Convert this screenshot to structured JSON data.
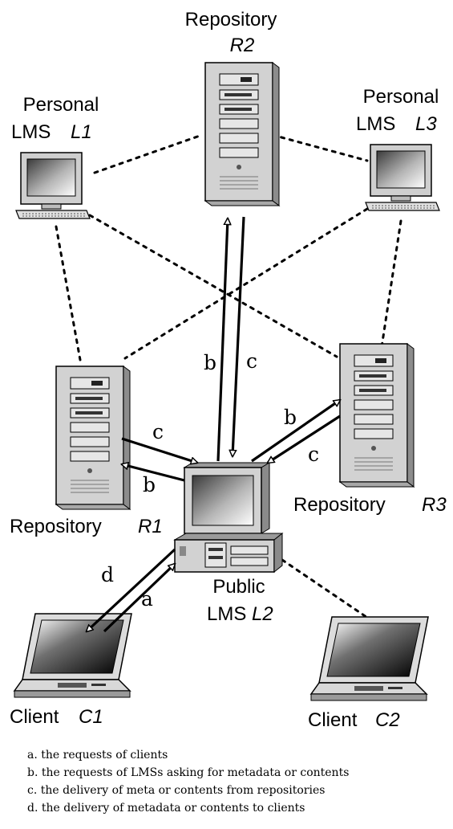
{
  "nodes": {
    "r2": {
      "name": "Repository",
      "id": "R2"
    },
    "l1": {
      "name": "Personal",
      "name2": "LMS",
      "id": "L1"
    },
    "l3": {
      "name": "Personal",
      "name2": "LMS",
      "id": "L3"
    },
    "r1": {
      "name": "Repository",
      "id": "R1"
    },
    "r3": {
      "name": "Repository",
      "id": "R3"
    },
    "l2": {
      "name": "Public",
      "name2": "LMS",
      "id": "L2"
    },
    "c1": {
      "name": "Client",
      "id": "C1"
    },
    "c2": {
      "name": "Client",
      "id": "C2"
    }
  },
  "flows": {
    "a": "a",
    "b": "b",
    "c": "c",
    "d": "d"
  },
  "legend": [
    "a. the requests of clients",
    "b. the requests of LMSs asking for  metadata or contents",
    "c. the delivery of meta or contents from repositories",
    "d. the delivery of metadata or   contents to clients"
  ]
}
